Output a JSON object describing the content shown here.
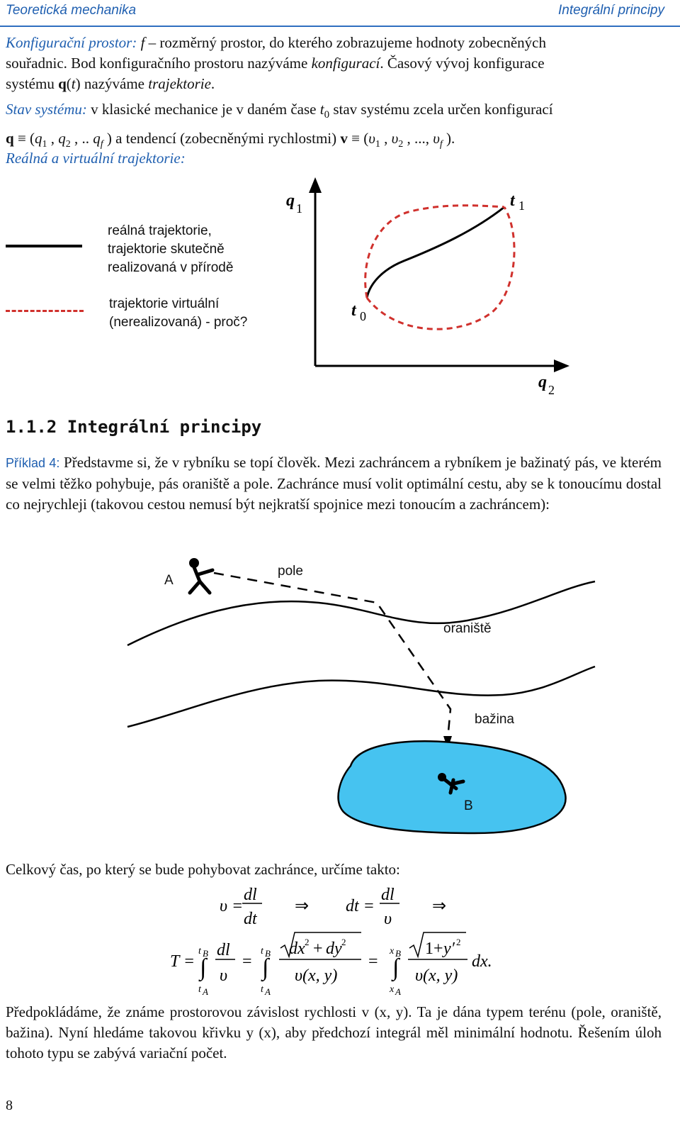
{
  "header": {
    "left": "Teoretická mechanika",
    "right": "Integrální principy"
  },
  "para1": {
    "term": "Konfigurační prostor:",
    "f": "f",
    "text1": " – rozměrný prostor, do kterého zobrazujeme hodnoty zobecněných",
    "line2_a": "souřadnic. Bod konfiguračního prostoru nazýváme ",
    "line2_b": "konfigurací",
    "line2_c": ". Časový vývoj konfigurace",
    "line3_a": "systému ",
    "line3_b": " nazýváme ",
    "line3_c": "trajektorie",
    "line3_d": "."
  },
  "para2": {
    "term": "Stav systému:",
    "text": " v klasické mechanice je v daném čase ",
    "text2": " stav systému zcela určen konfigurací",
    "mid": " a tendencí (zobecněnými rychlostmi) "
  },
  "para3": {
    "term": "Reálná a virtuální trajektorie:"
  },
  "legend": {
    "real_1": "reálná trajektorie,",
    "real_2": "trajektorie skutečně",
    "real_3": "realizovaná v přírodě",
    "virtual_1": "trajektorie virtuální",
    "virtual_2": "(nerealizovaná) - proč?",
    "solid_color": "#000000",
    "dashed_color": "#d0312d"
  },
  "section": {
    "number": "1.1.2",
    "title": "Integrální principy"
  },
  "example": {
    "label": "Příklad 4:",
    "text": " Představme si, že v rybníku se topí člověk. Mezi zachráncem a rybníkem je bažinatý pás, ve kterém se velmi těžko pohybuje, pás oraniště a pole. Zachránce musí volit optimální cestu, aby se k tonoucímu dostal co nejrychleji (takovou cestou nemusí být nejkratší spojnice mezi tonoucím a zachráncem):"
  },
  "figure": {
    "A": "A",
    "pole": "pole",
    "oraniste": "oraniště",
    "bazina": "bažina",
    "B": "B"
  },
  "total_time": "Celkový čas, po který se bude pohybovat zachránce, určíme takto:",
  "closing": "Předpokládáme, že známe prostorovou závislost rychlosti v (x, y). Ta je dána typem terénu (pole, oraniště, bažina). Nyní hledáme takovou křivku y (x), aby předchozí integrál měl minimální hodnotu. Řešením úloh tohoto typu se zabývá variační počet.",
  "page_number": "8"
}
